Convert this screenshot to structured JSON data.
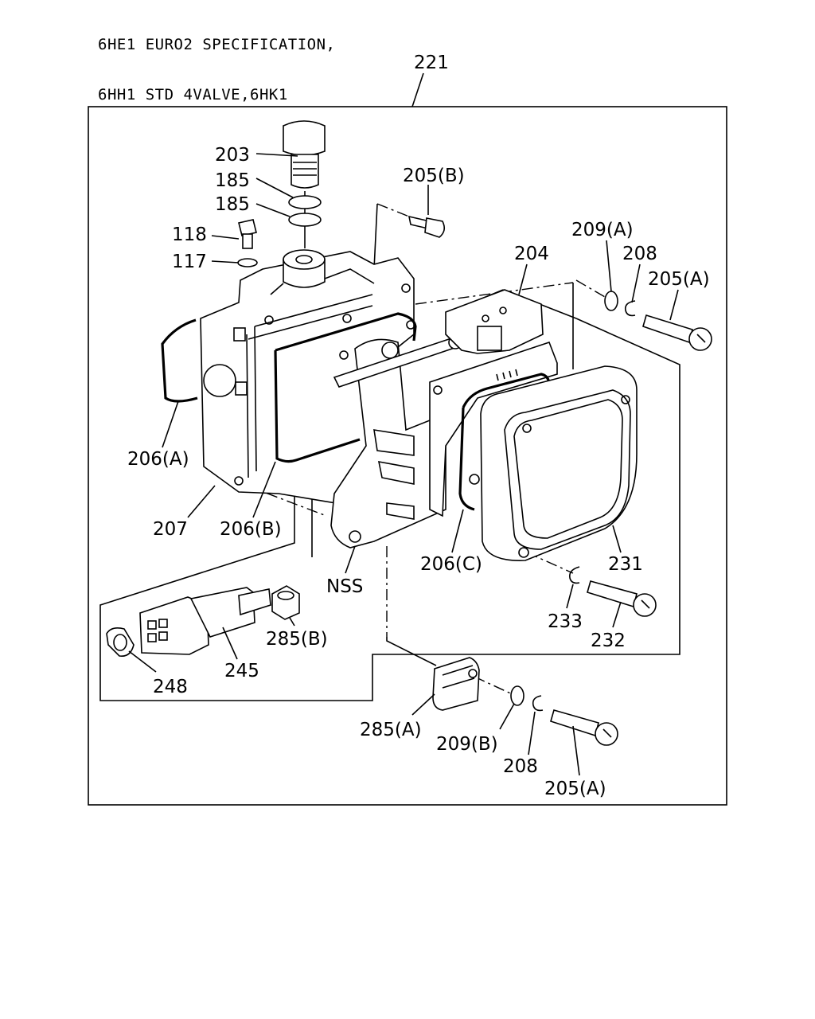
{
  "header": {
    "line1": "6HE1 EURO2 SPECIFICATION,",
    "line2": "6HH1 STD 4VALVE,6HK1"
  },
  "labels": {
    "p221": "221",
    "p203": "203",
    "p185a": "185",
    "p185b": "185",
    "p118": "118",
    "p117": "117",
    "p205b": "205(B)",
    "p204": "204",
    "p209a": "209(A)",
    "p208a": "208",
    "p205a_top": "205(A)",
    "p206a": "206(A)",
    "p207": "207",
    "p206b": "206(B)",
    "p206c": "206(C)",
    "p231": "231",
    "nss": "NSS",
    "p233": "233",
    "p232": "232",
    "p285b": "285(B)",
    "p245": "245",
    "p248": "248",
    "p285a": "285(A)",
    "p209b": "209(B)",
    "p208b": "208",
    "p205a_bottom": "205(A)"
  }
}
